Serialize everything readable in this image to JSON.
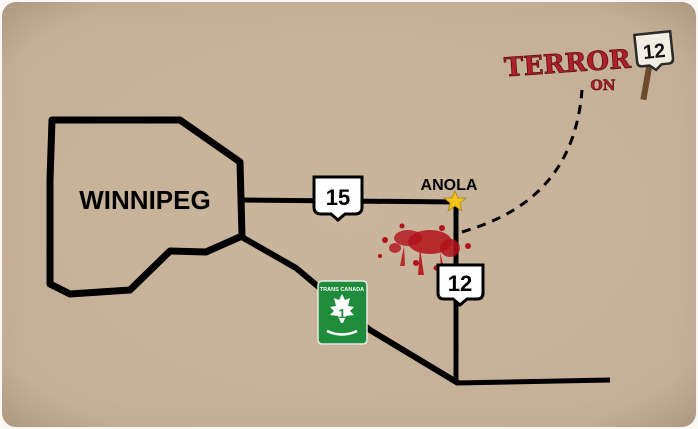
{
  "map": {
    "city_label": "WINNIPEG",
    "town_label": "ANOLA",
    "highway_15_label": "15",
    "highway_12_label": "12",
    "trans_canada": {
      "top_text": "TRANS CANADA",
      "number": "1"
    },
    "logo": {
      "word1": "TERROR",
      "word2": "ON",
      "sign_number": "12"
    },
    "colors": {
      "background": "#c7b299",
      "road": "#000000",
      "trans_canada_green": "#1e8c3a",
      "blood": "#b3121a",
      "star": "#f0c419",
      "logo_red": "#b0202a"
    }
  }
}
